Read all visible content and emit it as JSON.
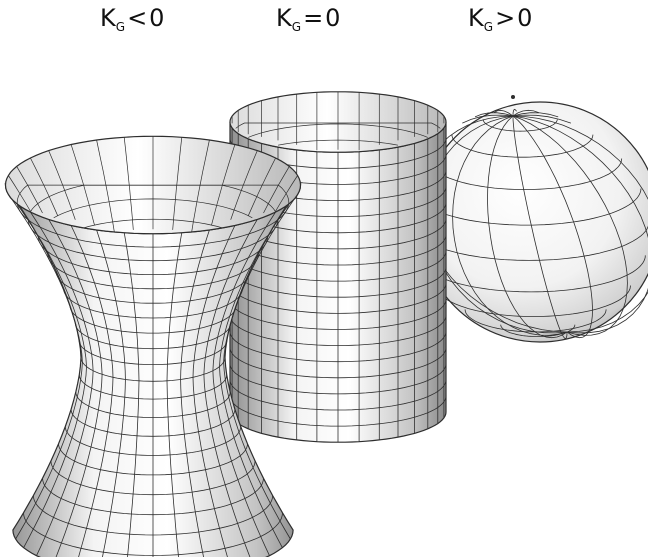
{
  "labels": [
    {
      "symbol": "K",
      "subscript": "G",
      "relation": "<",
      "value": "0"
    },
    {
      "symbol": "K",
      "subscript": "G",
      "relation": "=",
      "value": "0"
    },
    {
      "symbol": "K",
      "subscript": "G",
      "relation": ">",
      "value": "0"
    }
  ],
  "colors": {
    "line": "#2e2e2e",
    "shade_light": "#ffffff",
    "shade_dark": "#8c8c8c"
  }
}
